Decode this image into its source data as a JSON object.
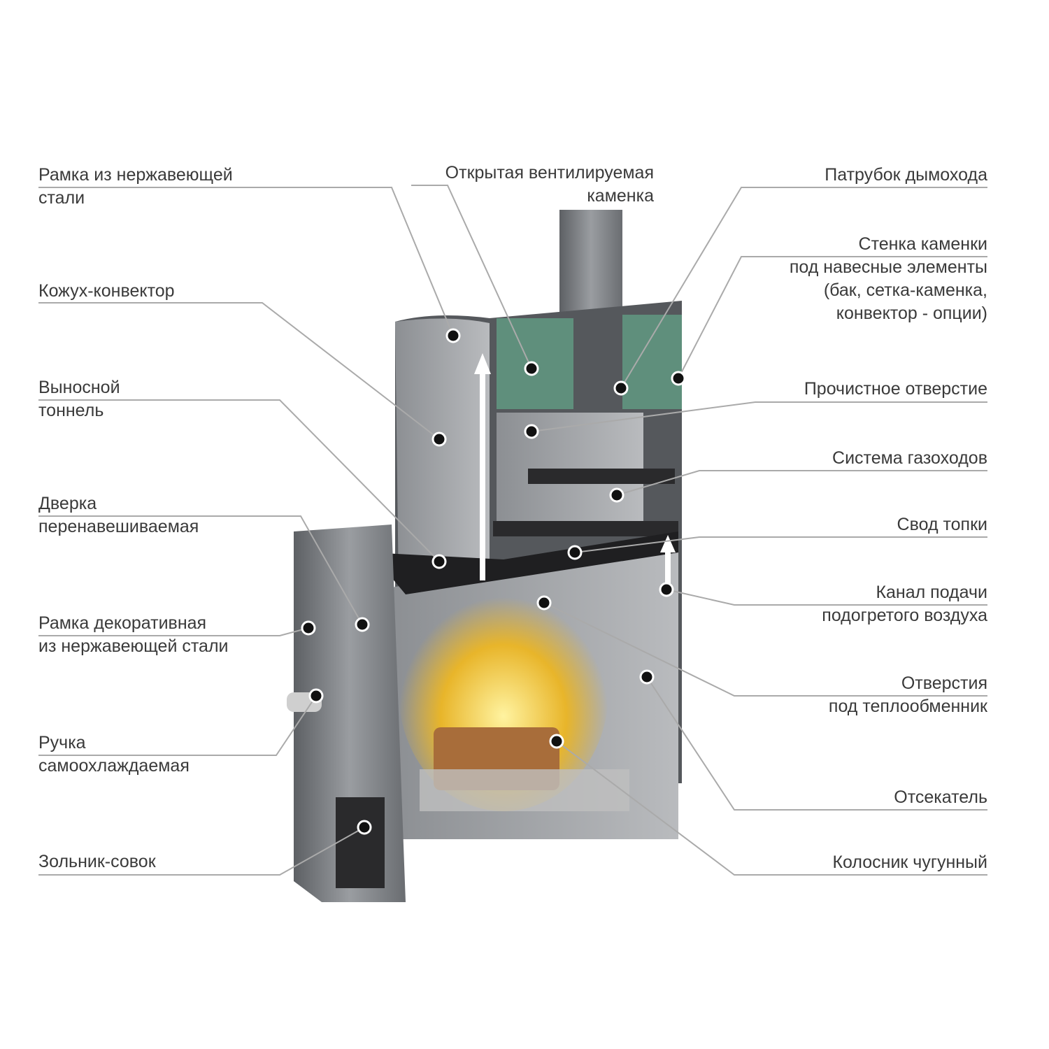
{
  "labels_left": [
    {
      "lines": [
        "Рамка из нержавеющей",
        "стали"
      ]
    },
    {
      "lines": [
        "Кожух-конвектор"
      ]
    },
    {
      "lines": [
        "Выносной",
        "тоннель"
      ]
    },
    {
      "lines": [
        "Дверка",
        "перенавешиваемая"
      ]
    },
    {
      "lines": [
        "Рамка декоративная",
        "из нержавеющей стали"
      ]
    },
    {
      "lines": [
        "Ручка",
        "самоохлаждаемая"
      ]
    },
    {
      "lines": [
        "Зольник-совок"
      ]
    }
  ],
  "label_top": {
    "lines": [
      "Открытая вентилируемая",
      "каменка"
    ]
  },
  "labels_right": [
    {
      "lines": [
        "Патрубок дымохода"
      ]
    },
    {
      "lines": [
        "Стенка каменки",
        "под навесные элементы",
        "(бак, сетка-каменка,",
        "конвектор - опции)"
      ]
    },
    {
      "lines": [
        "Прочистное отверстие"
      ]
    },
    {
      "lines": [
        "Система газоходов"
      ]
    },
    {
      "lines": [
        "Свод топки"
      ]
    },
    {
      "lines": [
        "Канал подачи",
        "подогретого воздуха"
      ]
    },
    {
      "lines": [
        "Отверстия",
        "под теплообменник"
      ]
    },
    {
      "lines": [
        "Отсекатель"
      ]
    },
    {
      "lines": [
        "Колосник чугунный"
      ]
    }
  ],
  "colors": {
    "steel": "#7d7f82",
    "dark": "#2a2a2c",
    "flame": "#e8c23a",
    "stones": "#5f8f7c"
  }
}
